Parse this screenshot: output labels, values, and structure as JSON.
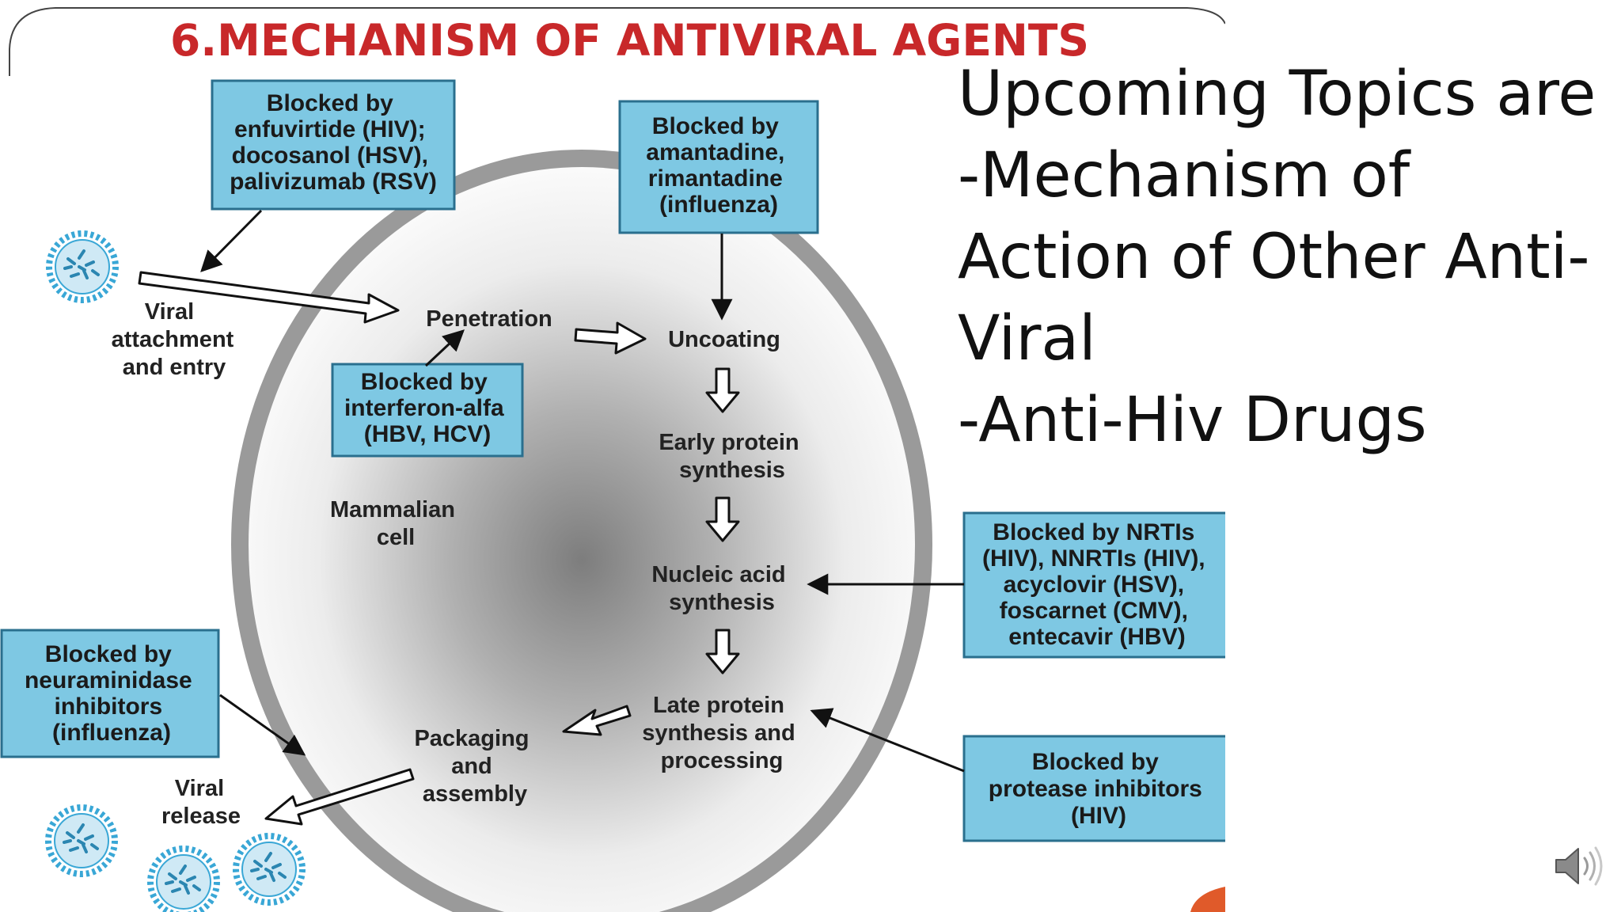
{
  "slide": {
    "title": "6.MECHANISM OF ANTIVIRAL AGENTS",
    "topics": [
      "Upcoming Topics are",
      "-Mechanism of",
      "Action of Other Anti-",
      "Viral",
      "-Anti-Hiv Drugs"
    ]
  },
  "diagram": {
    "cell_label": [
      "Mammalian",
      "cell"
    ],
    "steps": {
      "attachment": [
        "Viral",
        "attachment",
        "and entry"
      ],
      "penetration": [
        "Penetration"
      ],
      "uncoating": [
        "Uncoating"
      ],
      "early_protein": [
        "Early protein",
        "synthesis"
      ],
      "nucleic_acid": [
        "Nucleic acid",
        "synthesis"
      ],
      "late_protein": [
        "Late protein",
        "synthesis and",
        "processing"
      ],
      "packaging": [
        "Packaging",
        "and",
        "assembly"
      ],
      "release": [
        "Viral",
        "release"
      ]
    },
    "blockers": {
      "entry": [
        "Blocked by",
        "enfuvirtide (HIV);",
        "docosanol (HSV),",
        "palivizumab (RSV)"
      ],
      "uncoating": [
        "Blocked by",
        "amantadine,",
        "rimantadine",
        "(influenza)"
      ],
      "penetration": [
        "Blocked by",
        "interferon-alfa",
        "(HBV, HCV)"
      ],
      "nucleic_acid": [
        "Blocked by NRTIs",
        "(HIV), NNRTIs (HIV),",
        "acyclovir (HSV),",
        "foscarnet (CMV),",
        "entecavir (HBV)"
      ],
      "release": [
        "Blocked by",
        "neuraminidase",
        "inhibitors",
        "(influenza)"
      ],
      "late_protein": [
        "Blocked by",
        "protease inhibitors",
        "(HIV)"
      ]
    },
    "colors": {
      "title": "#c8282a",
      "box_fill": "#7ec8e3",
      "box_stroke": "#2a6f8e",
      "cell_ring": "#999999"
    }
  },
  "icons": {
    "speaker": "speaker-icon"
  }
}
